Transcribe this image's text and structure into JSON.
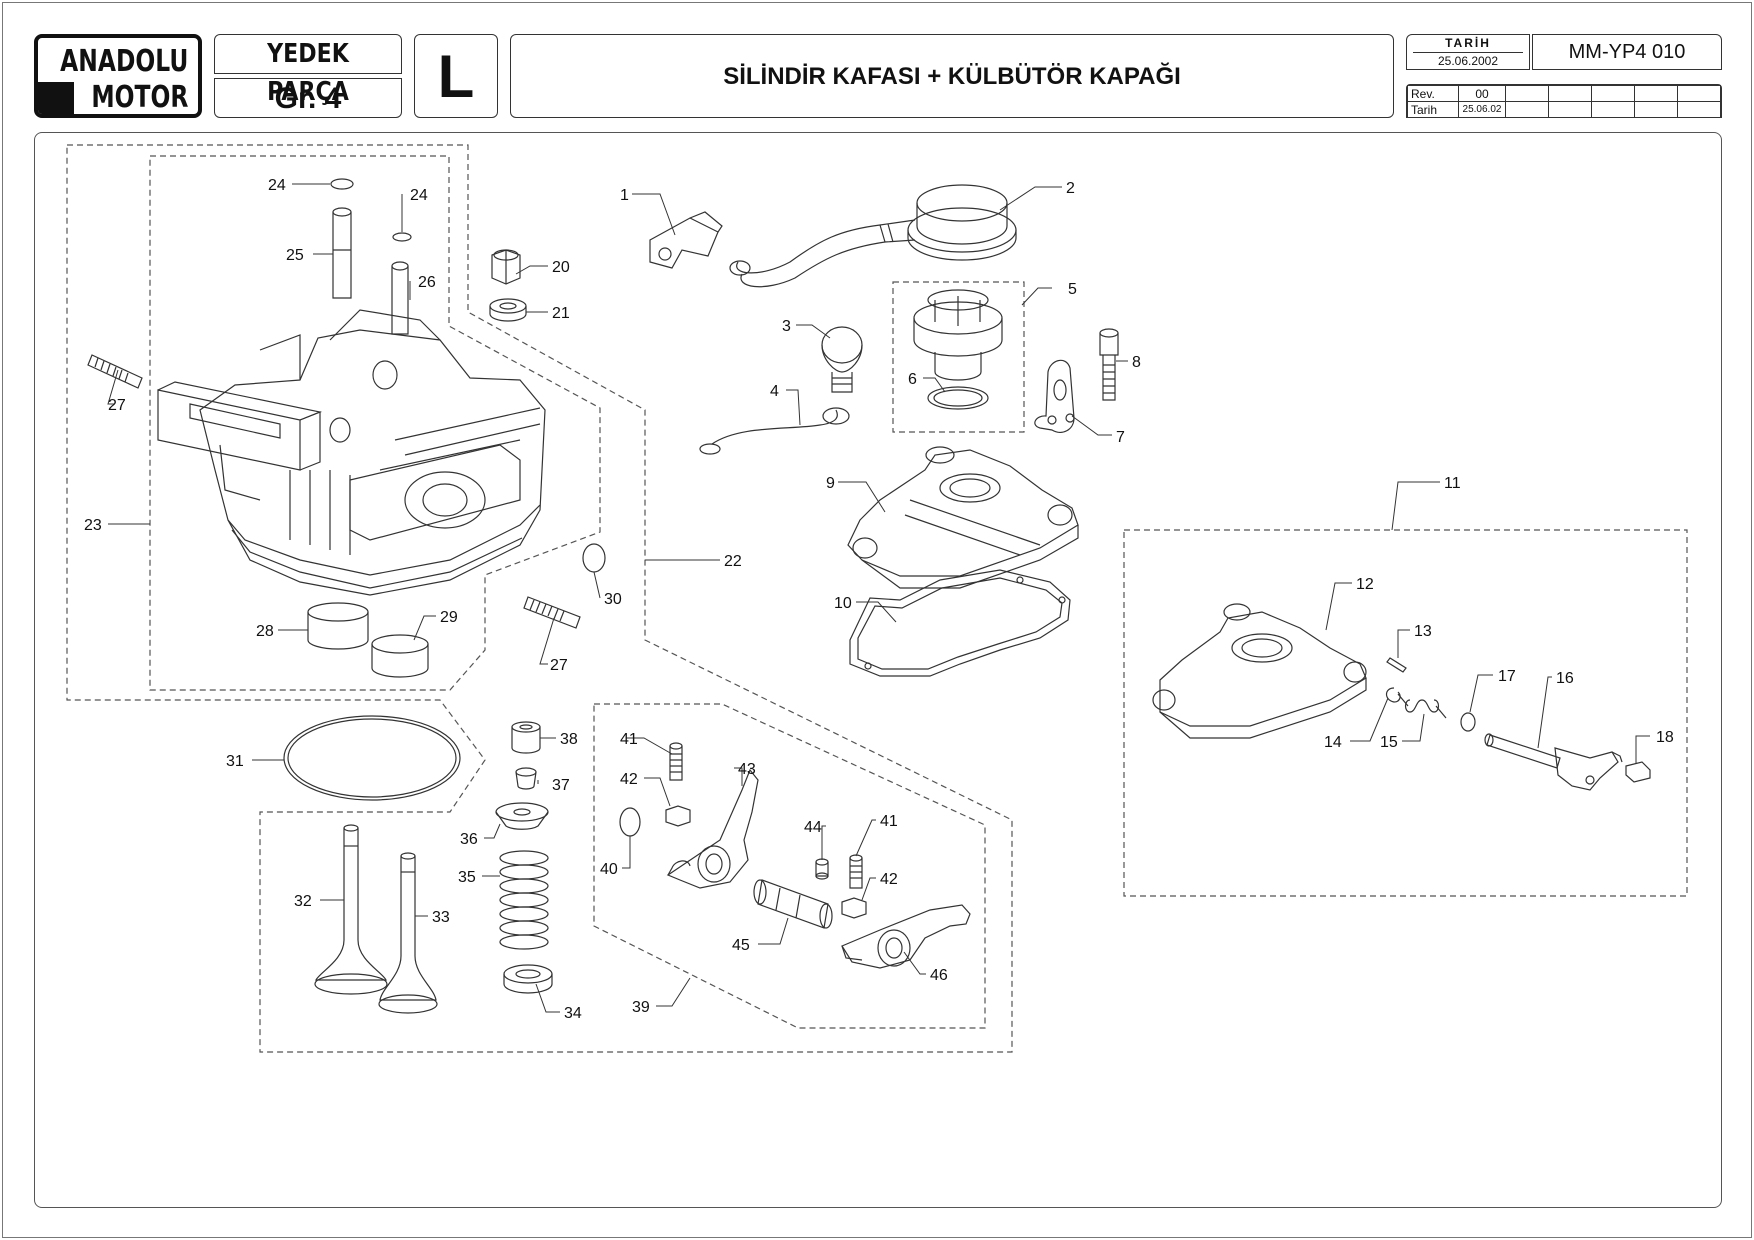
{
  "header": {
    "logo_line1": "ANADOLU",
    "logo_line2": "MOTOR",
    "section_title": "YEDEK PARÇA",
    "group": "Gr. 4",
    "model_letter": "L",
    "drawing_title": "SİLİNDİR KAFASI + KÜLBÜTÖR KAPAĞI",
    "date_label": "TARİH",
    "date_value": "25.06.2002",
    "doc_code": "MM-YP4 010",
    "revision": {
      "rev_label": "Rev.",
      "rev_value": "00",
      "date_label": "Tarih",
      "date_value": "25.06.02"
    }
  },
  "callouts": {
    "c1": "1",
    "c2": "2",
    "c3": "3",
    "c4": "4",
    "c5": "5",
    "c6": "6",
    "c7": "7",
    "c8": "8",
    "c9": "9",
    "c10": "10",
    "c11": "11",
    "c12": "12",
    "c13": "13",
    "c14": "14",
    "c15": "15",
    "c16": "16",
    "c17": "17",
    "c18": "18",
    "c20": "20",
    "c21": "21",
    "c22": "22",
    "c23": "23",
    "c24": "24",
    "c25": "25",
    "c26": "26",
    "c27": "27",
    "c28": "28",
    "c29": "29",
    "c30": "30",
    "c31": "31",
    "c32": "32",
    "c33": "33",
    "c34": "34",
    "c35": "35",
    "c36": "36",
    "c37": "37",
    "c38": "38",
    "c39": "39",
    "c40": "40",
    "c41": "41",
    "c42": "42",
    "c43": "43",
    "c44": "44",
    "c45": "45",
    "c46": "46"
  }
}
